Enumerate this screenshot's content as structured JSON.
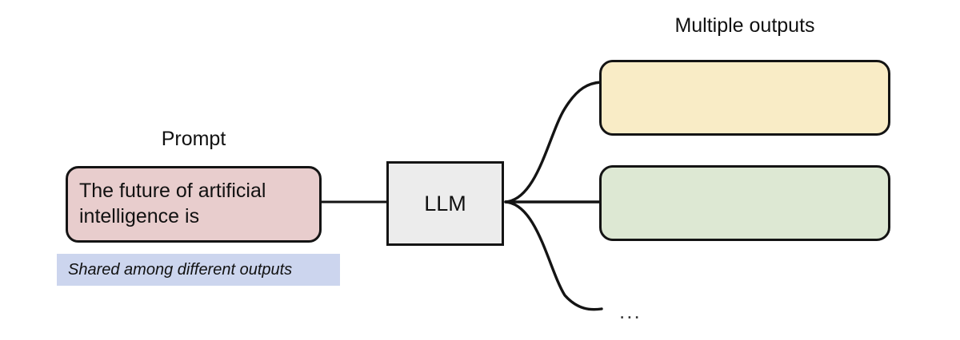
{
  "figure": {
    "type": "diagram",
    "background": "#ffffff"
  },
  "labels": {
    "prompt": "Prompt",
    "multiple_outputs": "Multiple outputs",
    "ellipsis": "..."
  },
  "prompt_node": {
    "text": "The future of artificial intelligence is",
    "fill": "#e8cdcd",
    "stroke": "#141414"
  },
  "model_node": {
    "text": "LLM",
    "fill": "#ececec",
    "stroke": "#141414"
  },
  "outputs": [
    {
      "text": "",
      "fill": "#f9ecc6",
      "stroke": "#141414"
    },
    {
      "text": "",
      "fill": "#dde8d3",
      "stroke": "#141414"
    }
  ],
  "annotation": {
    "text": "Shared among different outputs",
    "fill": "#ccd5ee"
  },
  "edges": {
    "stroke": "#141414"
  }
}
